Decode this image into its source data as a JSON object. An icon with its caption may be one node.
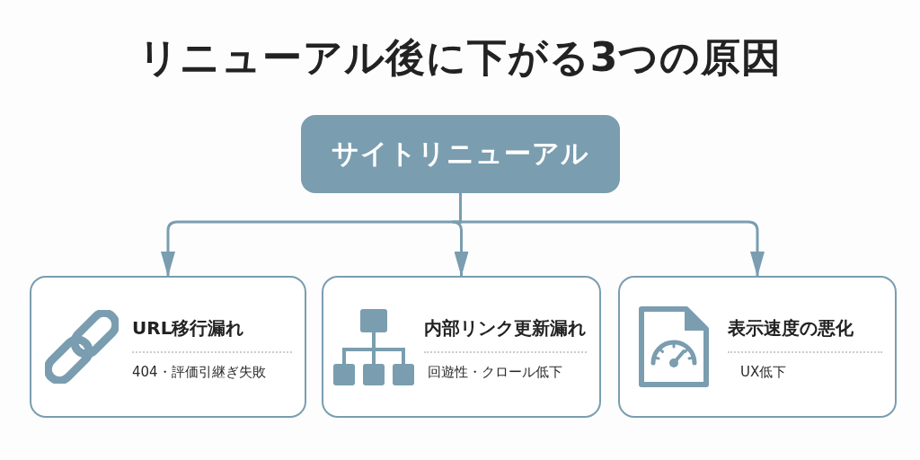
{
  "diagram": {
    "title": "リニューアル後に下がる3つの原因",
    "nodes": [
      {
        "text": [
          "サイトリニューアル"
        ]
      },
      {
        "text": [
          "URL移行漏れ",
          "404・評価引継ぎ失敗"
        ]
      },
      {
        "text": [
          "内部リンク更新漏れ",
          "回遊性・クロール低下"
        ]
      },
      {
        "text": [
          "表示速度の悪化",
          "UX低下"
        ]
      }
    ],
    "edges": [
      {
        "from": 0,
        "to": 1,
        "arrow": "to"
      },
      {
        "from": 0,
        "to": 2,
        "arrow": "to"
      },
      {
        "from": 0,
        "to": 3,
        "arrow": "to"
      }
    ]
  }
}
